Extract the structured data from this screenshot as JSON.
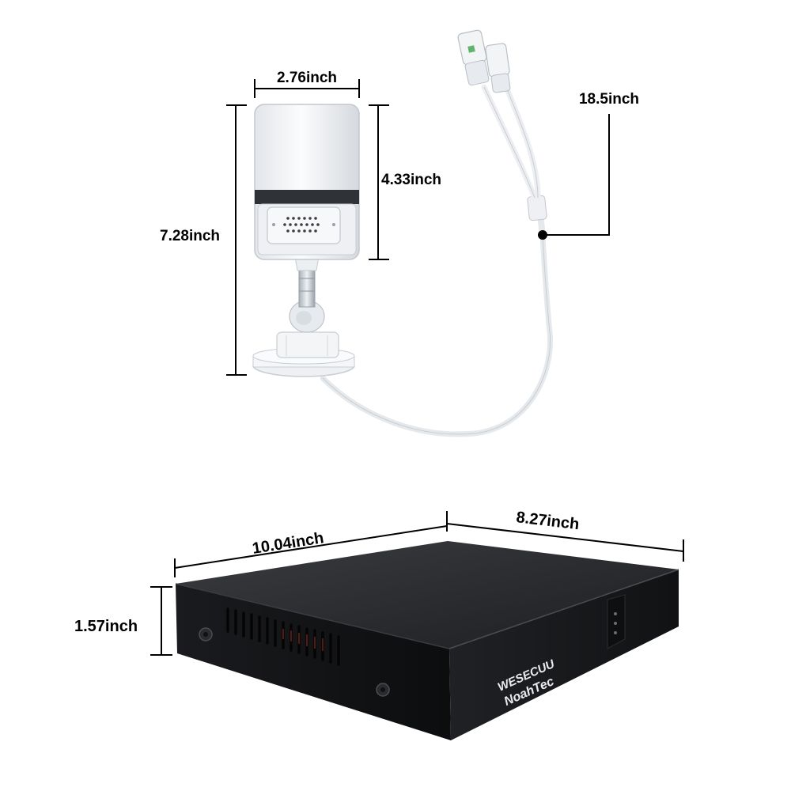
{
  "camera": {
    "width_label": "2.76inch",
    "body_height_label": "4.33inch",
    "total_height_label": "7.28inch",
    "cable_length_label": "18.5inch"
  },
  "nvr": {
    "width_label": "10.04inch",
    "depth_label": "8.27inch",
    "height_label": "1.57inch",
    "brand_line1": "WESECUU",
    "brand_line2": "NoahTec"
  },
  "colors": {
    "camera_white": "#f2f4f6",
    "camera_shadow": "#d9dde2",
    "nvr_top": "#2b2d30",
    "nvr_front": "#141517",
    "dimension_line": "#000000",
    "background": "#ffffff"
  }
}
